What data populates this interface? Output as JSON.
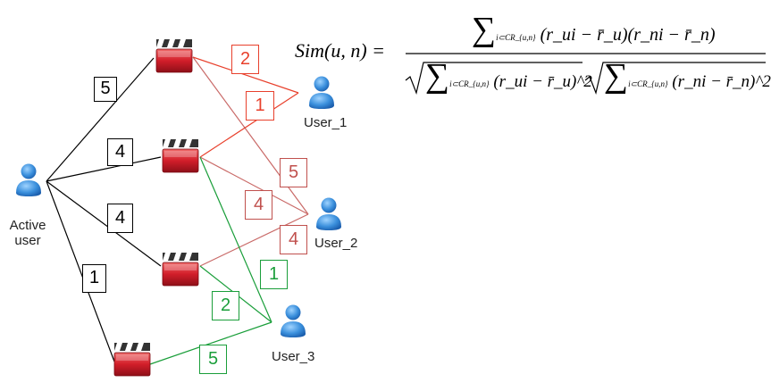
{
  "users": {
    "active": [
      "Active",
      "user"
    ],
    "user_1": "User_1",
    "user_2": "User_2",
    "user_3": "User_3"
  },
  "ratings": {
    "active_to_m1": "5",
    "active_to_m2": "4",
    "active_to_m3": "4",
    "active_to_m4": "1",
    "user1_m1": "2",
    "user1_m2": "1",
    "user2_m1": "5",
    "user2_m2": "4",
    "user2_m3": "4",
    "user3_m3": "1",
    "user3_m2": "2",
    "user3_m4": "5"
  },
  "colors": {
    "active_links": "#000000",
    "user_1": "#e8402c",
    "user_2": "#c0504d",
    "user_3": "#1a9e3a",
    "user_icon": "#3a8fdc",
    "movie_icon": "#c8232c"
  },
  "icons": {
    "user": "user-icon",
    "movie": "clapperboard-icon"
  },
  "formula": {
    "lhs": "Sim(u, n) =",
    "numerator_terms": "(r_ui − r̄_u)(r_ni − r̄_n)",
    "denominator_left": "(r_ui − r̄_u)^2",
    "denominator_right": "(r_ni − r̄_n)^2",
    "sum_index": "i⊂CR_{u,n}"
  }
}
